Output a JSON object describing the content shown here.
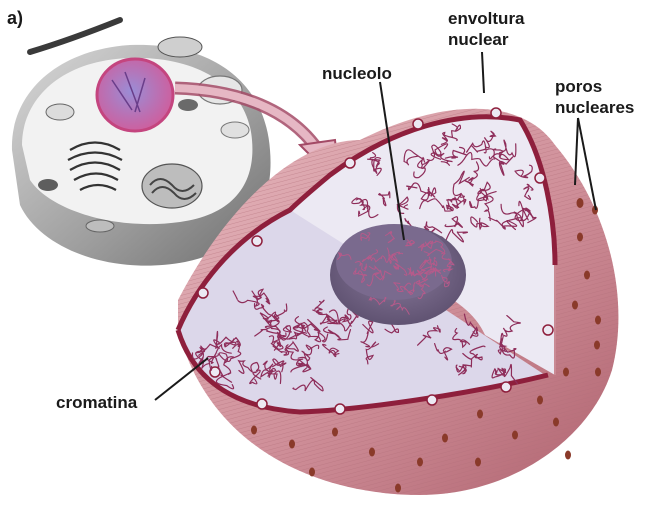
{
  "figure": {
    "panel_label": "a)",
    "labels": {
      "nuclear_envelope_line1": "envoltura",
      "nuclear_envelope_line2": "nuclear",
      "nucleolus": "nucleolo",
      "nuclear_pores_line1": "poros",
      "nuclear_pores_line2": "nucleares",
      "chromatin": "cromatina"
    }
  },
  "colors": {
    "envelope_outer": "#c98a94",
    "envelope_dark": "#8e1f3c",
    "interior": "#e7e3f0",
    "chromatin": "#8e2d5a",
    "nucleolus": "#6b5f7c",
    "pore": "#8a3a2a",
    "cell_gray": "#a9a9a9"
  }
}
